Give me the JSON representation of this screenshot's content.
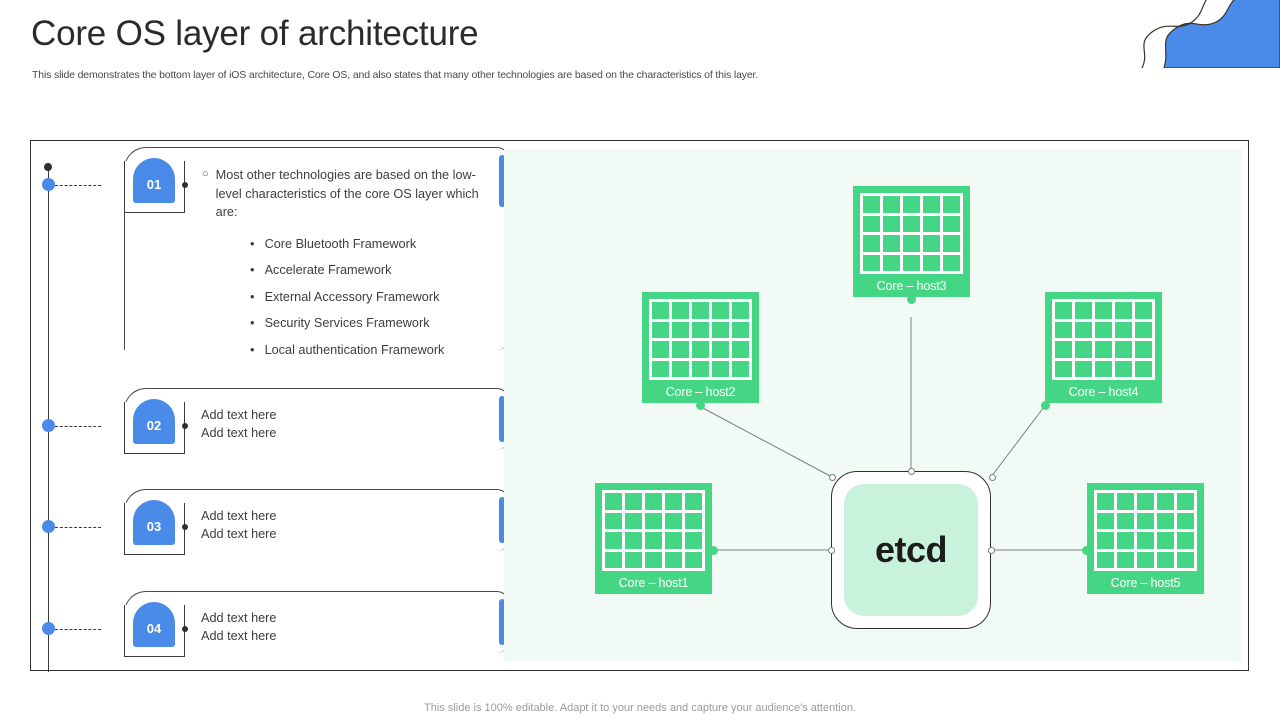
{
  "header": {
    "title": "Core OS layer of architecture",
    "subtitle": "This slide demonstrates the bottom layer of iOS architecture, Core OS,  and also states that many other technologies are based on the characteristics of this layer."
  },
  "footer": {
    "note": "This slide is 100% editable. Adapt it to your needs and capture your audience's attention."
  },
  "colors": {
    "accent_blue": "#4a8ae8",
    "node_green": "#45d685",
    "panel_mint": "#f2faf6",
    "etcd_inner": "#c9f2dc",
    "frame_dark": "#2f2f2f"
  },
  "timeline": {
    "cards": [
      {
        "number": "01",
        "bullet_marker": "○",
        "lead": "Most other technologies are based on the low-level characteristics of the core OS layer which are:",
        "sub_marker": "•",
        "sub_items": [
          "Core Bluetooth Framework",
          "Accelerate Framework",
          "External Accessory Framework",
          "Security Services Framework",
          "Local authentication Framework"
        ]
      },
      {
        "number": "02",
        "lines": [
          "Add text here",
          "Add text here"
        ]
      },
      {
        "number": "03",
        "lines": [
          "Add text here",
          "Add text here"
        ]
      },
      {
        "number": "04",
        "lines": [
          "Add text here",
          "Add text here"
        ]
      }
    ]
  },
  "diagram": {
    "center": {
      "label": "etcd"
    },
    "hosts": [
      {
        "label": "Core – host3"
      },
      {
        "label": "Core – host2"
      },
      {
        "label": "Core – host4"
      },
      {
        "label": "Core – host1"
      },
      {
        "label": "Core – host5"
      }
    ]
  }
}
